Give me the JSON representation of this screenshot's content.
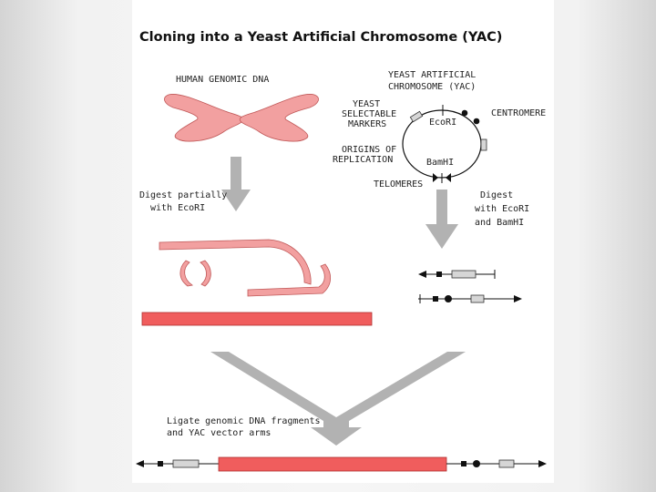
{
  "title": "Cloning into a Yeast Artificial Chromosome (YAC)",
  "labels": {
    "human_dna": "HUMAN GENOMIC DNA",
    "yac_1": "YEAST ARTIFICIAL",
    "yac_2": "CHROMOSOME (YAC)",
    "markers_1": "YEAST",
    "markers_2": "SELECTABLE",
    "markers_3": "MARKERS",
    "ecori": "EcoRI",
    "centromere": "CENTROMERE",
    "origins_1": "ORIGINS OF",
    "origins_2": "REPLICATION",
    "bamhi": "BamHI",
    "telomeres": "TELOMERES",
    "digest_left_1": "Digest partially",
    "digest_left_2": "with EcoRI",
    "digest_right_1": "Digest",
    "digest_right_2": "with EcoRI",
    "digest_right_3": "and BamHI",
    "ligate_1": "Ligate genomic DNA fragments",
    "ligate_2": "and YAC vector arms"
  },
  "colors": {
    "dna": "#f2a0a0",
    "dna_outline": "#c05858",
    "dna_bar": "#f05d5d",
    "arrow": "#b2b2b2",
    "marker_box": "#d6d6d6"
  }
}
